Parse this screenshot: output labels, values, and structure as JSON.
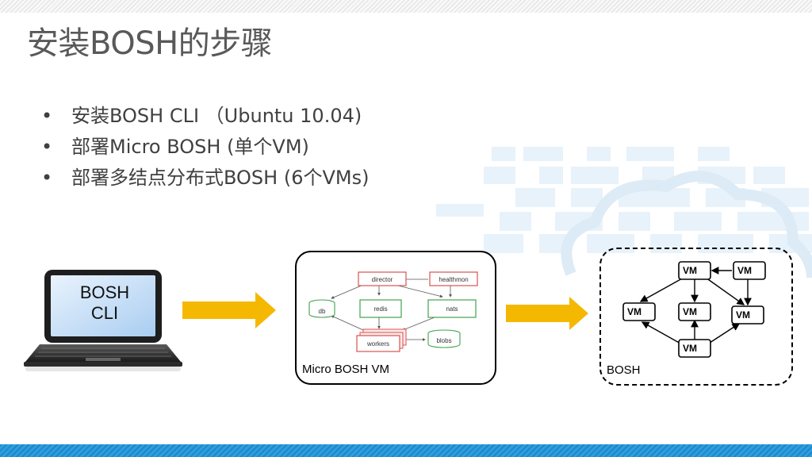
{
  "slide": {
    "title": "安装BOSH的步骤",
    "bullet_marker": "•",
    "bullets": [
      "安装BOSH CLI （Ubuntu 10.04)",
      "部署Micro BOSH (单个VM)",
      "部署多结点分布式BOSH (6个VMs)"
    ]
  },
  "laptop": {
    "label_line1": "BOSH",
    "label_line2": "CLI"
  },
  "micro_bosh": {
    "label": "Micro BOSH VM",
    "nodes": {
      "director": "director",
      "healthmon": "healthmon",
      "db": "db",
      "redis": "redis",
      "nats": "nats",
      "workers": "workers",
      "blobs": "blobs"
    }
  },
  "bosh_cluster": {
    "label": "BOSH",
    "vm_label": "VM"
  },
  "colors": {
    "arrow": "#f5b800",
    "red_box": "#d9534f",
    "green_box": "#3fa34d",
    "bottom_bar": "#2c9fe0",
    "bg_tile": "#e6f1f9"
  }
}
